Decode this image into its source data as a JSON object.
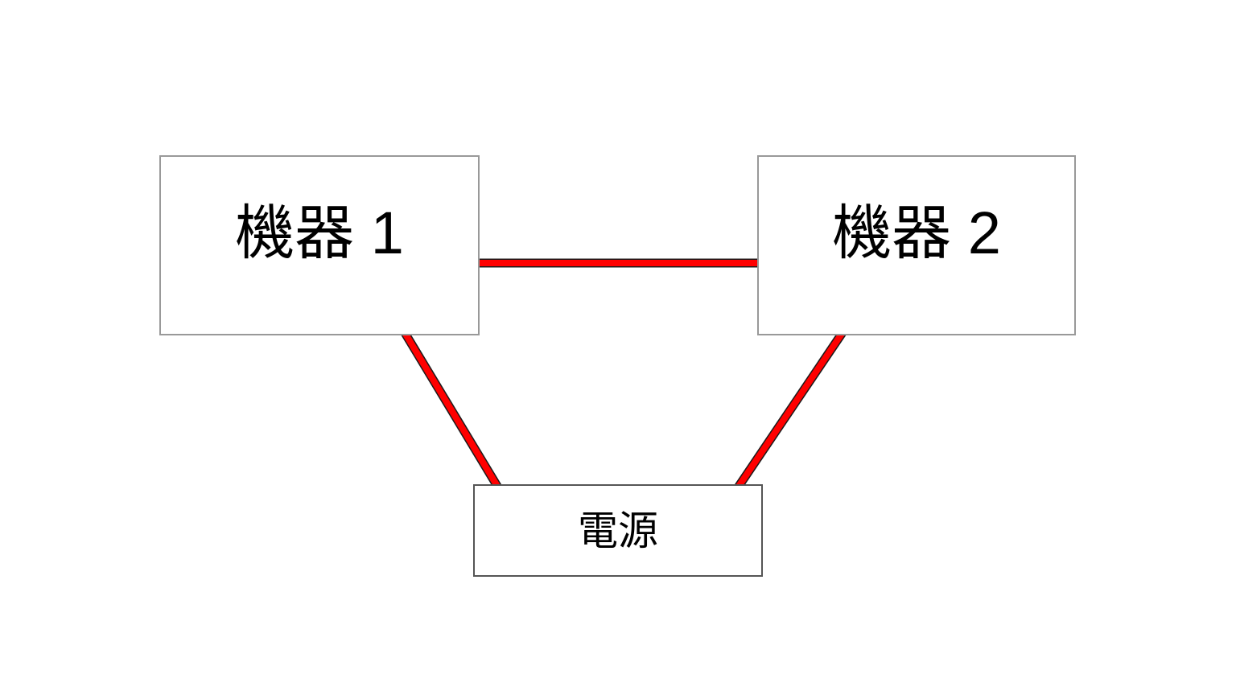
{
  "diagram": {
    "background_color": "#ffffff",
    "nodes": [
      {
        "id": "device1",
        "label": "機器 1"
      },
      {
        "id": "device2",
        "label": "機器 2"
      },
      {
        "id": "power",
        "label": "電源"
      }
    ],
    "connectors": [
      {
        "id": "device1-device2",
        "from": "機器 1",
        "to": "機器 2"
      },
      {
        "id": "device1-power",
        "from": "機器 1",
        "to": "電源"
      },
      {
        "id": "device2-power",
        "from": "機器 2",
        "to": "電源"
      }
    ],
    "colors": {
      "connector": "#ff0000",
      "connector_outline": "#1a1a1a",
      "node_border_light": "#999999",
      "node_border_dark": "#555555",
      "text": "#000000"
    }
  }
}
